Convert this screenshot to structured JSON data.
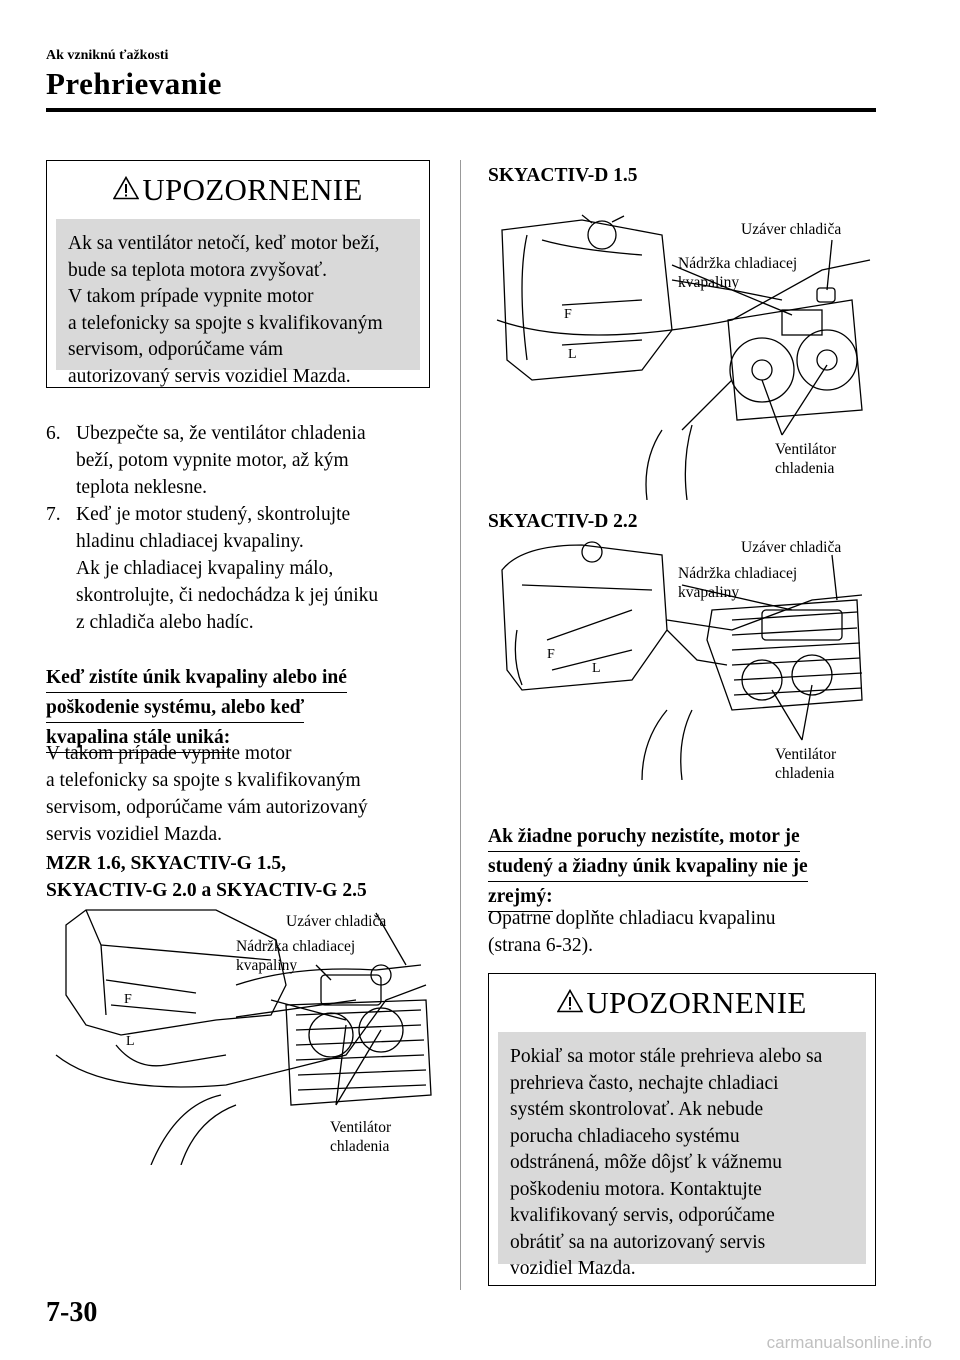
{
  "header": {
    "section": "Ak vzniknú ťažkosti",
    "title": "Prehrievanie",
    "page_number": "7-30"
  },
  "warning1": {
    "label": "UPOZORNENIE",
    "text": "Ak sa ventilátor netočí, keď motor beží,\nbude sa teplota motora zvyšovať.\nV takom prípade vypnite motor\na telefonicky sa spojte s kvalifikovaným\nservisom, odporúčame vám\nautorizovaný servis vozidiel Mazda."
  },
  "steps": [
    {
      "num": "6.",
      "text": "Ubezpečte sa, že ventilátor chladenia\nbeží, potom vypnite motor, až kým\nteplota neklesne."
    },
    {
      "num": "7.",
      "text": "Keď je motor studený, skontrolujte\nhladinu chladiacej kvapaliny.\nAk je chladiacej kvapaliny málo,\nskontrolujte, či nedochádza k jej úniku\nz chladiča alebo hadíc."
    }
  ],
  "leak_section": {
    "heading_lines": [
      "Keď zistíte únik kvapaliny alebo iné",
      "poškodenie systému, alebo keď",
      "kvapalina stále uniká:"
    ],
    "text": "V takom prípade vypnite motor\na telefonicky sa spojte s kvalifikovaným\nservisom, odporúčame vám autorizovaný\nservis vozidiel Mazda."
  },
  "figures": [
    {
      "title": "MZR 1.6, SKYACTIV-G 1.5,\nSKYACTIV-G 2.0 a SKYACTIV-G 2.5",
      "cap": "Uzáver chladiča",
      "tank": "Nádržka chladiacej\nkvapaliny",
      "fan": "Ventilátor\nchladenia"
    },
    {
      "title": "SKYACTIV-D 1.5",
      "cap": "Uzáver chladiča",
      "tank": "Nádržka chladiacej\nkvapaliny",
      "fan": "Ventilátor\nchladenia"
    },
    {
      "title": "SKYACTIV-D 2.2",
      "cap": "Uzáver chladiča",
      "tank": "Nádržka chladiacej\nkvapaliny",
      "fan": "Ventilátor\nchladenia"
    }
  ],
  "no_fault_section": {
    "heading_lines": [
      "Ak žiadne poruchy nezistíte, motor je",
      "studený a žiadny únik kvapaliny nie je",
      "zrejmý:"
    ],
    "text": "Opatrne doplňte chladiacu kvapalinu\n(strana 6-32)."
  },
  "warning2": {
    "label": "UPOZORNENIE",
    "text": "Pokiaľ sa motor stále prehrieva alebo sa\nprehrieva často, nechajte chladiaci\nsystém skontrolovať. Ak nebude\nporucha chladiaceho systému\nodstránená, môže dôjsť k vážnemu\npoškodeniu motora. Kontaktujte\nkvalifikovaný servis, odporúčame\nobrátiť sa na autorizovaný servis\nvozidiel Mazda."
  },
  "watermark": "carmanualsonline.info"
}
